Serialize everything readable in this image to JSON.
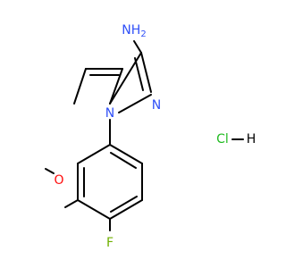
{
  "molecule": {
    "atoms": {
      "nh2_n": "N",
      "nh2_h": "H",
      "nh2_sub": "2",
      "ring_n2": "N",
      "ring_n1": "N",
      "o": "O",
      "f": "F",
      "cl": "Cl",
      "hcl_h": "H"
    },
    "colors": {
      "nitrogen": "#3050F8",
      "oxygen": "#FF0D0D",
      "fluorine": "#6FB000",
      "chlorine": "#22BB22",
      "bond": "#000000"
    }
  }
}
